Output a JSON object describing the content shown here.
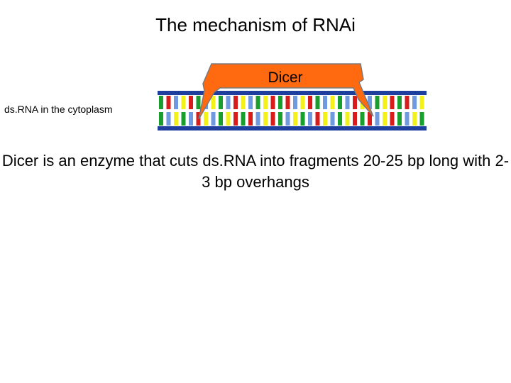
{
  "title": "The mechanism of RNAi",
  "enzyme_label": "Dicer",
  "dsrna_label": "ds.RNA in the cytoplasm",
  "caption": {
    "lead": "Dicer",
    "rest": " is an enzyme that cuts ds.RNA into fragments 20-25 bp long with 2-3 bp overhangs"
  },
  "colors": {
    "dicer_fill": "#ff6a10",
    "dicer_stroke": "#7a7a7a",
    "backbone": "#1f3f9e",
    "base_colors": [
      "#1a9e2e",
      "#d81b1b",
      "#6f9ae0",
      "#f2f21a"
    ]
  }
}
